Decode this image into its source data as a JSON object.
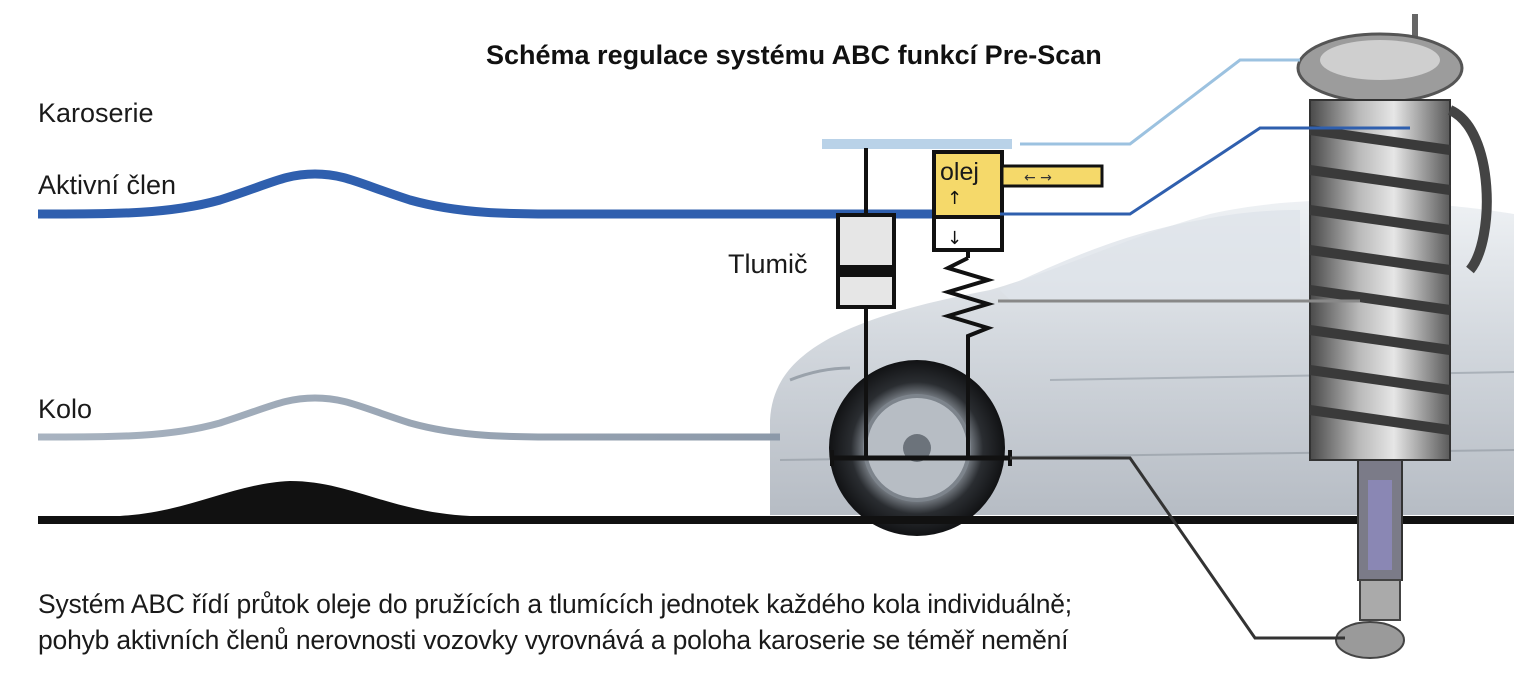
{
  "title": "Schéma regulace systému ABC funkcí Pre-Scan",
  "labels": {
    "karoserie": "Karoserie",
    "aktivni_clen": "Aktivní člen",
    "kolo": "Kolo",
    "tlumic": "Tlumič",
    "olej": "olej"
  },
  "caption": {
    "line1": "Systém ABC řídí průtok oleje do pružících a tlumících jednotek každého kola individuálně;",
    "line2": "pohyb aktivních členů nerovnosti vozovky vyrovnává a poloha karoserie se téměř nemění"
  },
  "colors": {
    "karoserie_line": "#b9d2e8",
    "aktivni_line": "#2f5fae",
    "kolo_line": "#98a6b8",
    "road": "#111111",
    "oil": "#f5d96a",
    "car_body": "#c9ced4",
    "strut": "#8a8a8a"
  },
  "icons": {
    "oil_flow_arrows": "left-right-arrow",
    "oil_up_arrow": "up-arrow",
    "oil_down_arrow": "down-arrow"
  }
}
